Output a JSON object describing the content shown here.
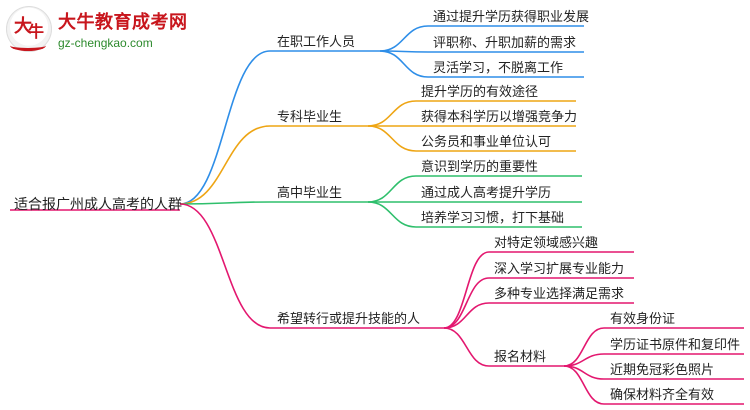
{
  "logo": {
    "title": "大牛教育成考网",
    "url": "gz-chengkao.com",
    "mark_chars": [
      "大",
      "牛"
    ]
  },
  "colors": {
    "root": "#e8197d",
    "branch_1": "#2e8ee8",
    "branch_2": "#eea514",
    "branch_3": "#2fbf6c",
    "branch_4": "#e3176f",
    "text": "#222222",
    "logo_red": "#c8161d",
    "logo_green": "#2d8a2d"
  },
  "mindmap": {
    "root": {
      "label": "适合报广州成人高考的人群"
    },
    "branches": [
      {
        "label": "在职工作人员",
        "children": [
          {
            "label": "通过提升学历获得职业发展"
          },
          {
            "label": "评职称、升职加薪的需求"
          },
          {
            "label": "灵活学习，不脱离工作"
          }
        ]
      },
      {
        "label": "专科毕业生",
        "children": [
          {
            "label": "提升学历的有效途径"
          },
          {
            "label": "获得本科学历以增强竞争力"
          },
          {
            "label": "公务员和事业单位认可"
          }
        ]
      },
      {
        "label": "高中毕业生",
        "children": [
          {
            "label": "意识到学历的重要性"
          },
          {
            "label": "通过成人高考提升学历"
          },
          {
            "label": "培养学习习惯，打下基础"
          }
        ]
      },
      {
        "label": "希望转行或提升技能的人",
        "children": [
          {
            "label": "对特定领域感兴趣"
          },
          {
            "label": "深入学习扩展专业能力"
          },
          {
            "label": "多种专业选择满足需求"
          },
          {
            "label": "报名材料",
            "children": [
              {
                "label": "有效身份证"
              },
              {
                "label": "学历证书原件和复印件"
              },
              {
                "label": "近期免冠彩色照片"
              },
              {
                "label": "确保材料齐全有效"
              }
            ]
          }
        ]
      }
    ]
  }
}
